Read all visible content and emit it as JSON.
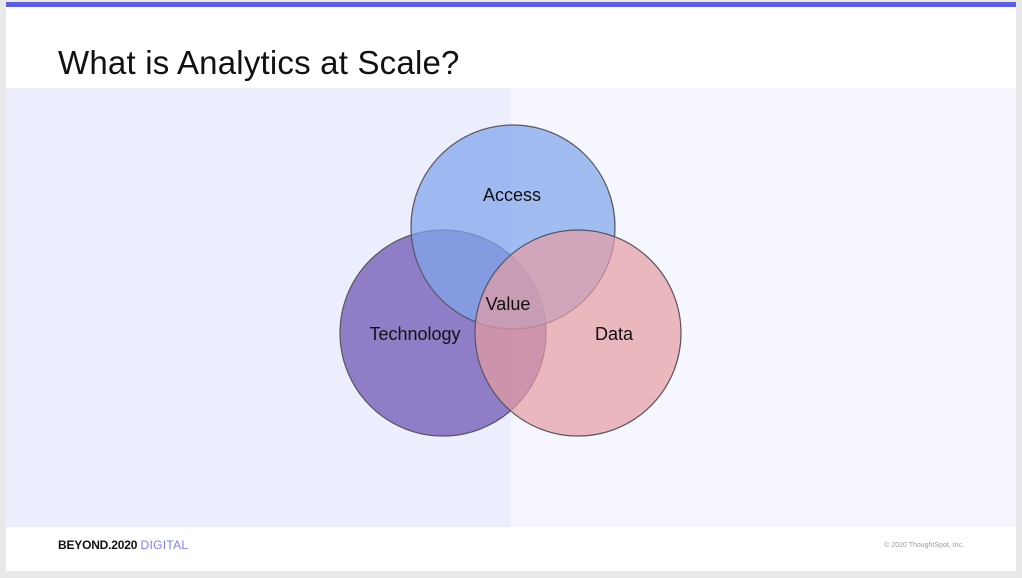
{
  "slide": {
    "title": "What is Analytics at Scale?"
  },
  "diagram": {
    "type": "venn",
    "sets": [
      {
        "name": "Access",
        "color": "#7fa5ec"
      },
      {
        "name": "Technology",
        "color": "#7a65bb"
      },
      {
        "name": "Data",
        "color": "#e69da2"
      }
    ],
    "intersection_label": "Value"
  },
  "footer": {
    "brand_strong": "BEYOND.2020",
    "brand_light": "DIGITAL",
    "copyright": "© 2020 ThoughtSpot, Inc."
  },
  "colors": {
    "accent": "#5b5fe6",
    "panel_left": "#edeefd",
    "panel_right": "#f6f6fe",
    "circle_stroke": "#55555e"
  }
}
